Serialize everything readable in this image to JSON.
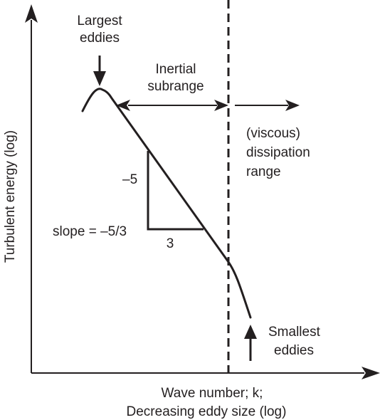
{
  "diagram": {
    "colors": {
      "ink": "#231f20",
      "background": "#ffffff"
    },
    "axes": {
      "y_label": "Turbulent energy (log)",
      "x_label_line1": "Wave number; k;",
      "x_label_line2": "Decreasing eddy size (log)"
    },
    "annotations": {
      "largest_line1": "Largest",
      "largest_line2": "eddies",
      "inertial_line1": "Inertial",
      "inertial_line2": "subrange",
      "dissipation_line1": "(viscous)",
      "dissipation_line2": "dissipation",
      "dissipation_line3": "range",
      "smallest_line1": "Smallest",
      "smallest_line2": "eddies",
      "rise_label": "–5",
      "run_label": "3",
      "slope_label": "slope = –5/3"
    }
  }
}
